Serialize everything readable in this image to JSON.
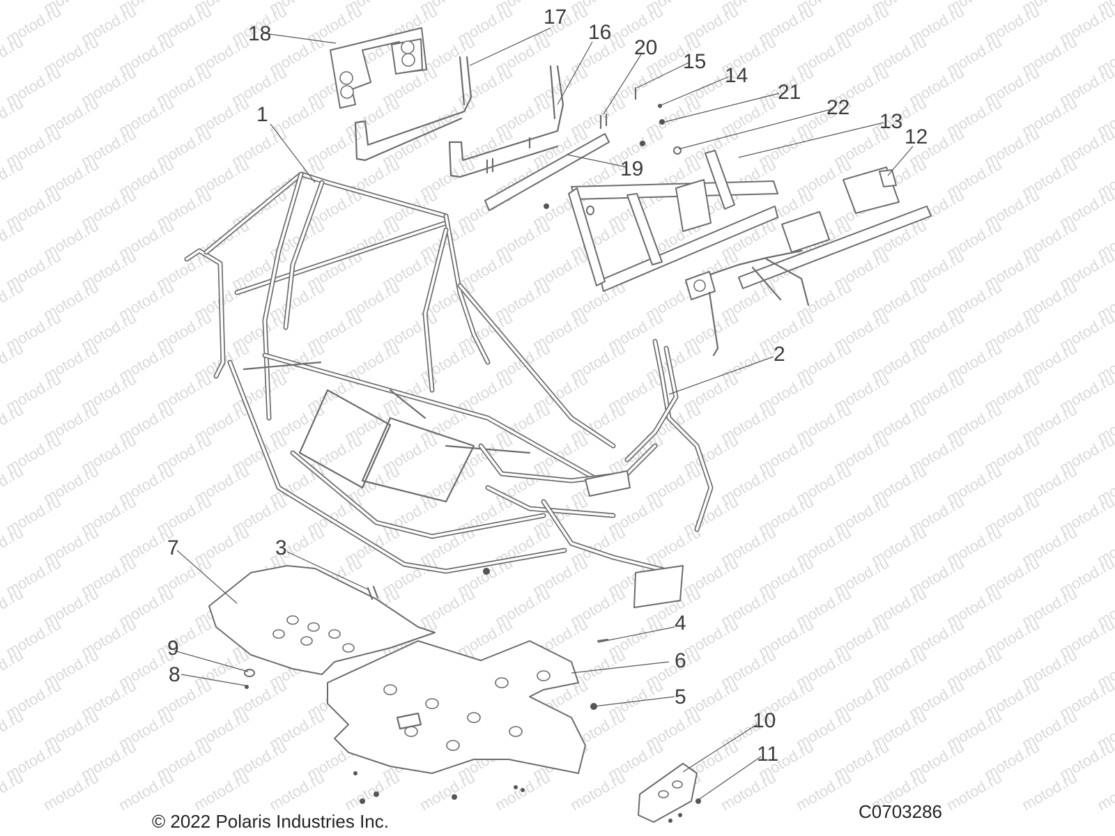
{
  "watermark": {
    "text": "motod.ru"
  },
  "callouts": [
    {
      "label": "1"
    },
    {
      "label": "2"
    },
    {
      "label": "3"
    },
    {
      "label": "4"
    },
    {
      "label": "5"
    },
    {
      "label": "6"
    },
    {
      "label": "7"
    },
    {
      "label": "8"
    },
    {
      "label": "9"
    },
    {
      "label": "10"
    },
    {
      "label": "11"
    },
    {
      "label": "12"
    },
    {
      "label": "13"
    },
    {
      "label": "14"
    },
    {
      "label": "15"
    },
    {
      "label": "16"
    },
    {
      "label": "17"
    },
    {
      "label": "18"
    },
    {
      "label": "19"
    },
    {
      "label": "20"
    },
    {
      "label": "21"
    },
    {
      "label": "22"
    }
  ],
  "footer": {
    "copyright": "© 2022 Polaris Industries Inc.",
    "diagram_code": "C0703286"
  },
  "colors": {
    "line": "#6b6b6b",
    "text": "#3a3a3a",
    "watermark": "#d9d9d9"
  }
}
